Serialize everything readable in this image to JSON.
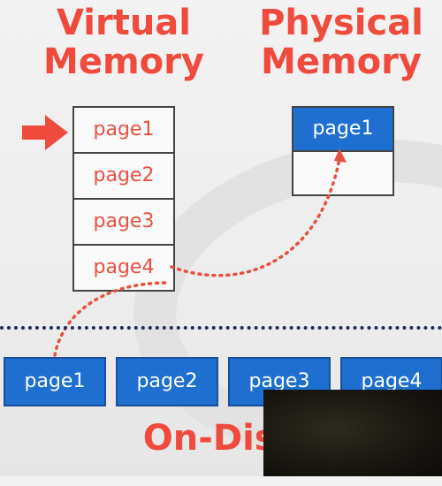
{
  "virtual_memory": {
    "title_line1": "Virtual",
    "title_line2": "Memory",
    "pages": [
      "page1",
      "page2",
      "page3",
      "page4"
    ]
  },
  "physical_memory": {
    "title_line1": "Physical",
    "title_line2": "Memory",
    "slots": [
      "page1",
      ""
    ]
  },
  "on_disk": {
    "label": "On-Disk",
    "pages": [
      "page1",
      "page2",
      "page3",
      "page4"
    ]
  },
  "colors": {
    "accent_red": "#ef4a3c",
    "page_blue": "#1f6fd1",
    "separator_navy": "#1d2a5c"
  },
  "icons": {
    "pointer": "arrow-right-icon"
  }
}
